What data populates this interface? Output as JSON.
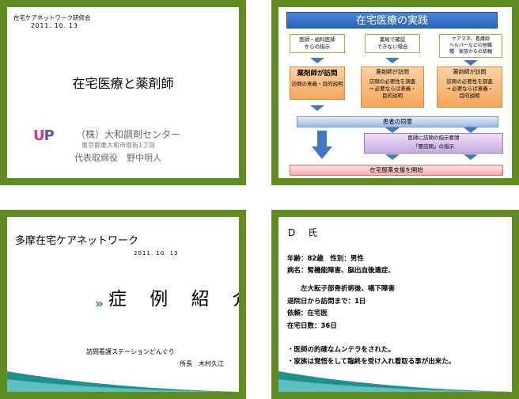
{
  "slide1": {
    "org": "在宅ケアネットワーク研修会",
    "date": "2011. 10. 13",
    "title": "在宅医療と薬剤師",
    "logo_u": "U",
    "logo_p": "P",
    "company": "（株）大和調剤センター",
    "address": "東京都東大和市南街1丁目",
    "representative": "代表取締役　野中明人"
  },
  "slide2": {
    "title": "在宅医療の実践",
    "top_boxes": [
      "医師・歯科医師\nからの指示",
      "薬局で確認\nできない場合",
      "ケアマネ、看護師\nヘルパーなどの他職\n種　家族からの依頼"
    ],
    "mid_box1_main": "薬剤師が訪問",
    "mid_box1_sub": "訪問の意義・目的説明",
    "mid_box2_main": "薬剤師が訪問",
    "mid_box2_sub": "訪問の必要性を調査\n→ 必要ならば意義・\n目的説明",
    "mid_box3_main": "薬剤師が訪問",
    "mid_box3_sub": "訪問の必要性を調査\n→ 必要ならば意義・\n目的説明",
    "consent": "患者の同意",
    "request_line1": "医師に訪問の指示要請",
    "request_line2": "「要訪問」の指示",
    "start": "在宅服薬支援を開始"
  },
  "slide3": {
    "title": "多摩在宅ケアネットワーク",
    "date": "2011. 10. 13",
    "chevron": "»",
    "heading": "症 例 紹 介",
    "station": "訪問看護ステーションどんぐり",
    "director": "所長　木村久江"
  },
  "slide4": {
    "title": "D　氏",
    "lines": [
      "年齢：82歳　性別：男性",
      "病名：腎機能障害、脳出血後遺症、",
      "　　左大転子部骨折術後、嚥下障害",
      "退院日から訪問まで：1日",
      "依頼：在宅医",
      "在宅日数：36日",
      "・医師の的確なムンテラをされた。",
      "・家族は覚悟をして臨終を受け入れ看取る事が出来た。"
    ]
  },
  "colors": {
    "frame_green": "#5e8c1f",
    "wave_teal": "#1f8f8f",
    "title_blue": "#2c63b8"
  }
}
